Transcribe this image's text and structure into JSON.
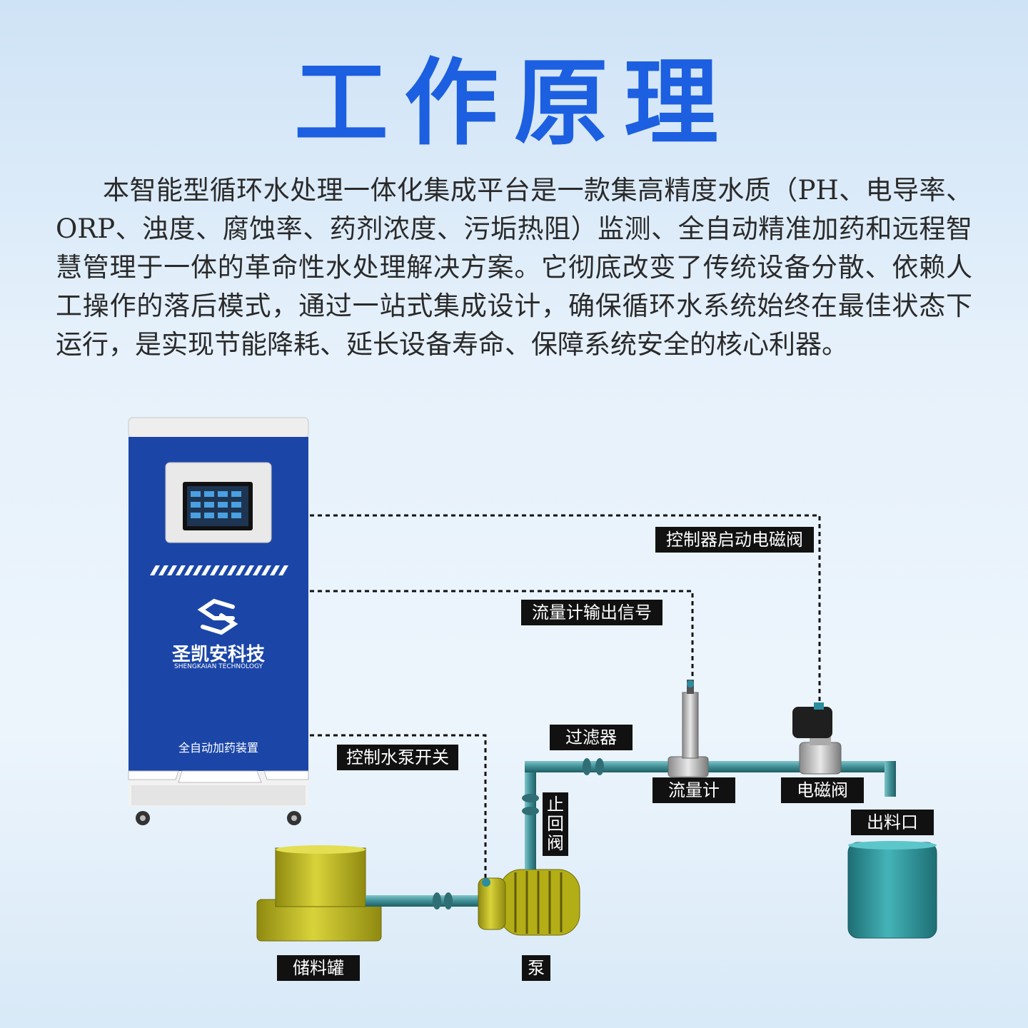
{
  "title": "工作原理",
  "intro": "本智能型循环水处理一体化集成平台是一款集高精度水质（PH、电导率、ORP、浊度、腐蚀率、药剂浓度、污垢热阻）监测、全自动精准加药和远程智慧管理于一体的革命性水处理解决方案。它彻底改变了传统设备分散、依赖人工操作的落后模式，通过一站式集成设计，确保循环水系统始终在最佳状态下运行，是实现节能降耗、延长设备寿命、保障系统安全的核心利器。",
  "cabinet": {
    "brand": "圣凯安科技",
    "brand_en": "SHENGKAIAN TECHNOLOGY",
    "device_name": "全自动加药装置"
  },
  "labels": {
    "valve_signal": "控制器启动电磁阀",
    "flow_signal": "流量计输出信号",
    "pump_signal": "控制水泵开关",
    "filter": "过滤器",
    "flowmeter": "流量计",
    "solenoid": "电磁阀",
    "outlet": "出料口",
    "check_valve": "止回阀",
    "tank": "储料罐",
    "pump": "泵"
  },
  "colors": {
    "title": "#1c5fe0",
    "cabinet": "#1b46a8",
    "pipe": "#3f8f96",
    "tank": "#c8c21e",
    "outlet_tank": "#2c9ea3"
  }
}
